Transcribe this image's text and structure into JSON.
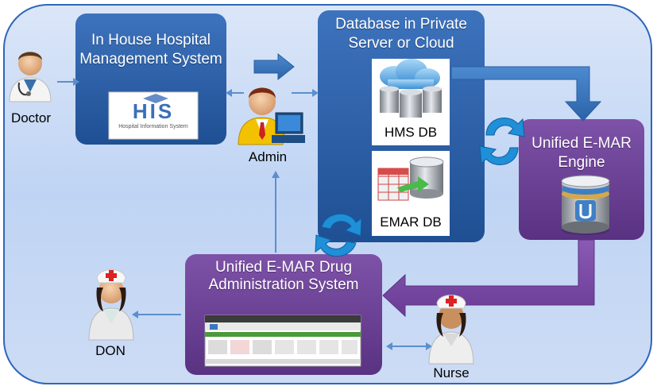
{
  "actors": {
    "doctor": "Doctor",
    "admin": "Admin",
    "don": "DON",
    "nurse": "Nurse"
  },
  "boxes": {
    "hms": {
      "title": "In House Hospital Management System",
      "logo_text": "HIS",
      "logo_subtext": "Hospital Information System"
    },
    "database": {
      "title": "Database in Private Server or Cloud",
      "hms_db": "HMS DB",
      "emar_db": "EMAR DB"
    },
    "engine": {
      "title": "Unified E-MAR Engine"
    },
    "drug_admin": {
      "title": "Unified E-MAR Drug Administration System"
    }
  },
  "colors": {
    "background_panel": "#bcd2f3",
    "blue_box": "#2b5fa8",
    "purple_box": "#6b3f95",
    "blue_arrow": "#3a77c1",
    "purple_arrow": "#7a4aa3",
    "sync_arrow": "#1f8fd8"
  }
}
